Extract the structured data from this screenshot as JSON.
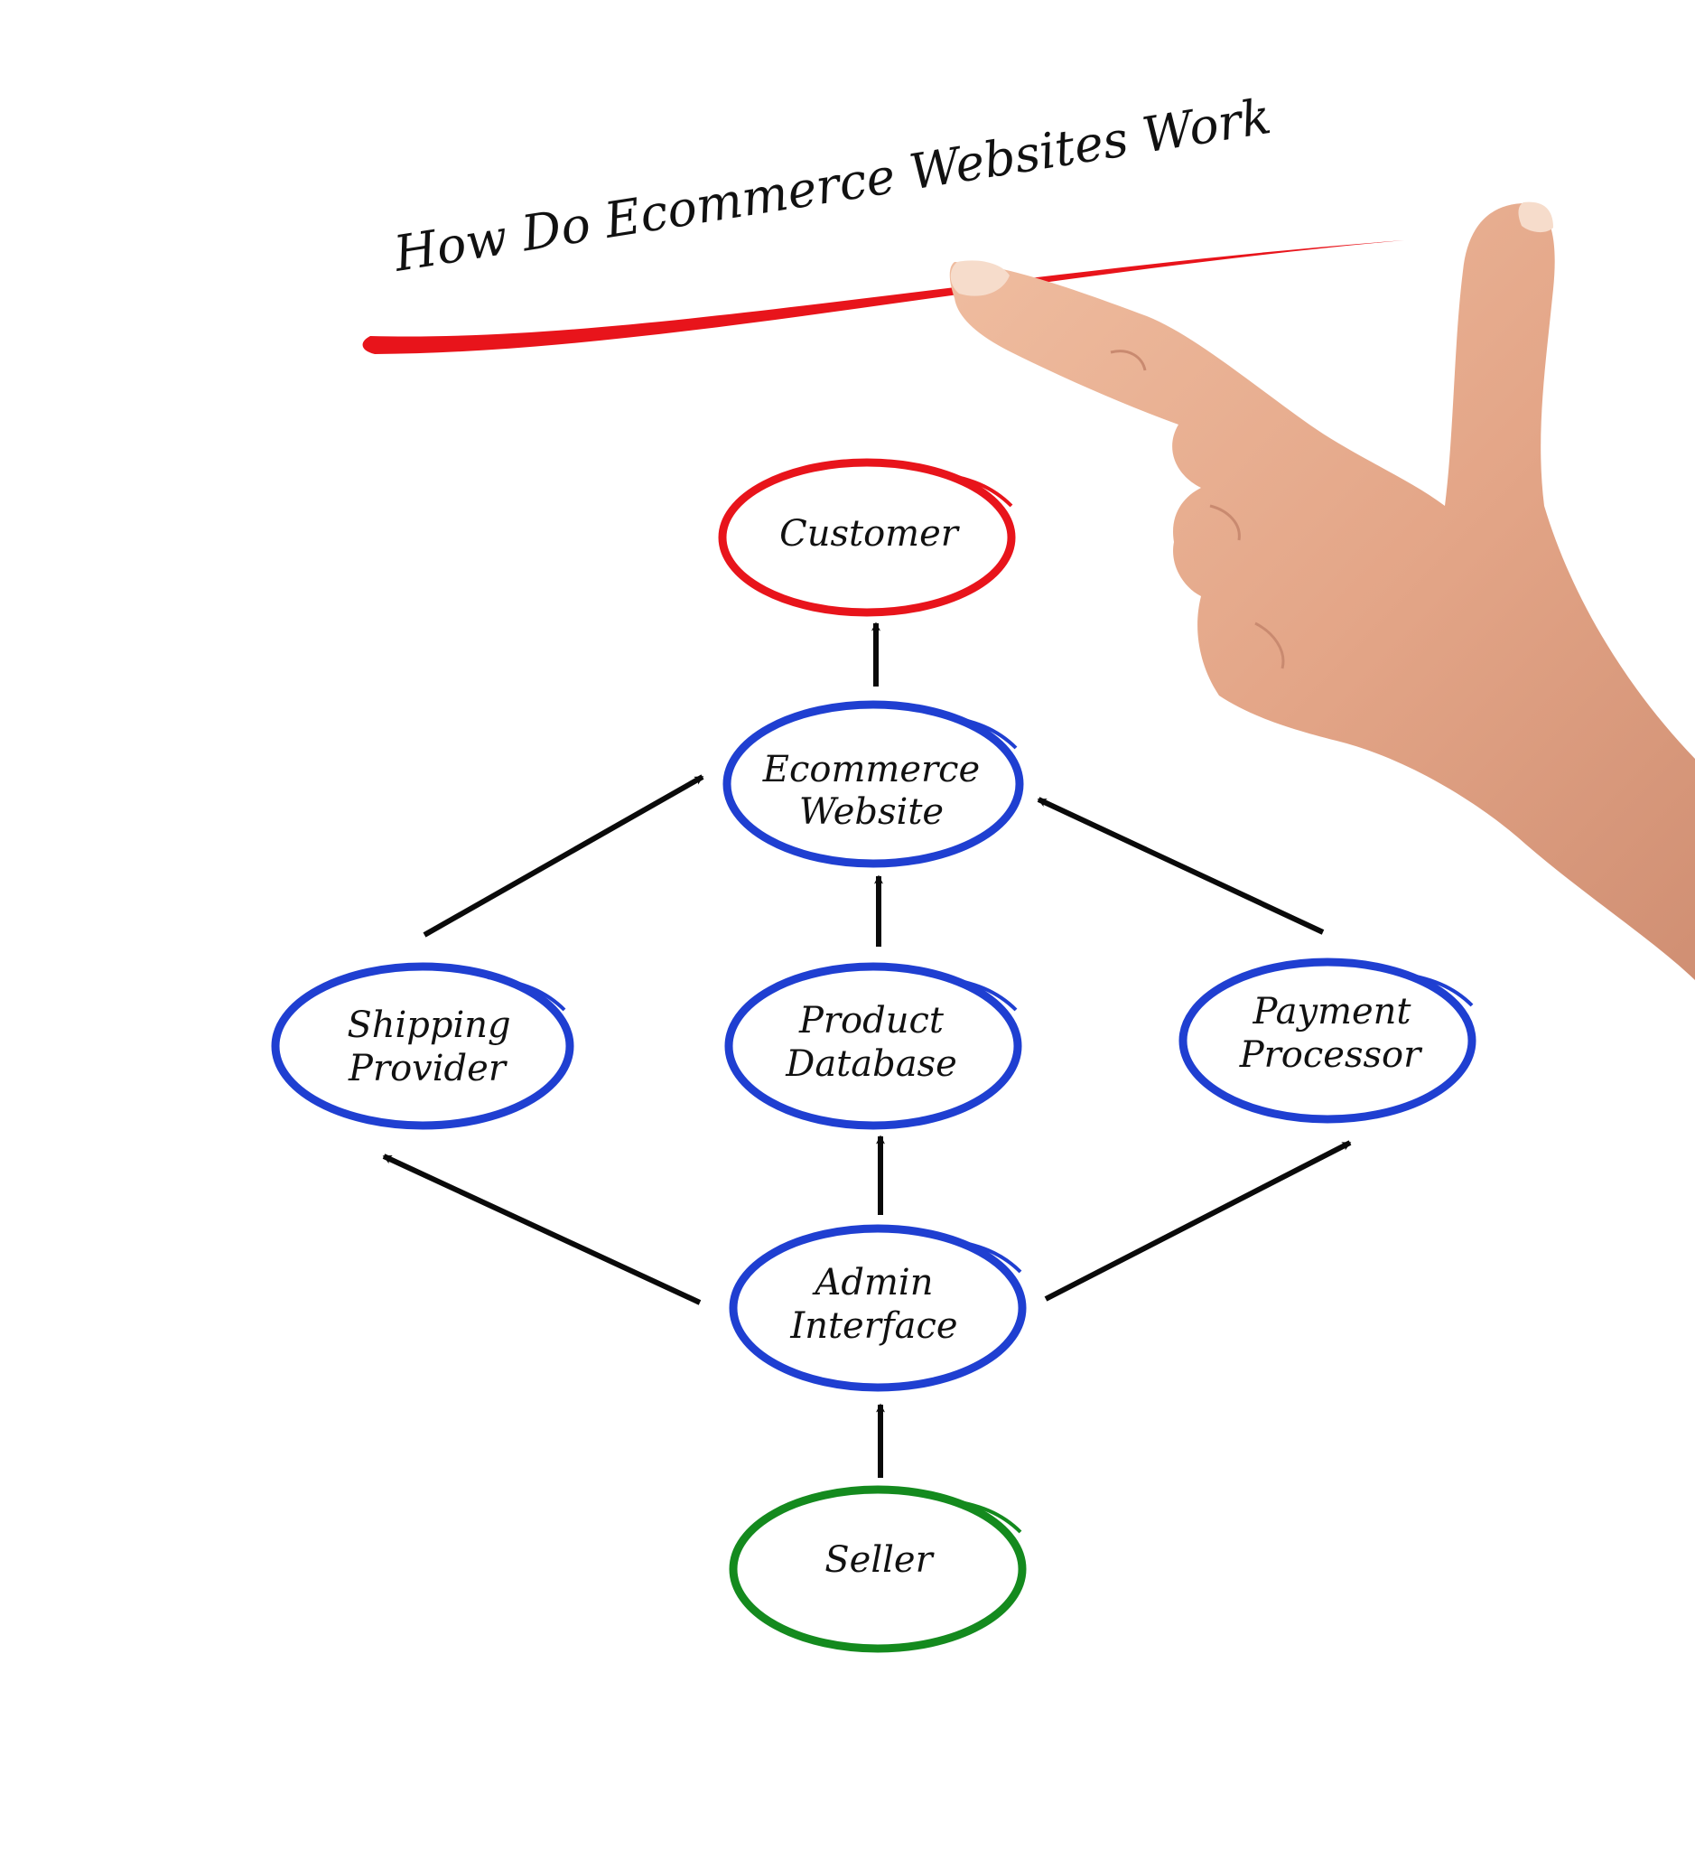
{
  "title": "How Do Ecommerce Websites Work",
  "colors": {
    "title_underline": "#e8141b",
    "customer": "#e8141b",
    "middle": "#1f3fd1",
    "seller": "#148a1e",
    "arrow": "#0a0a0a",
    "text": "#111111",
    "skin": "#e5a98b"
  },
  "nodes": {
    "customer": {
      "lines": [
        "Customer"
      ]
    },
    "ecommerce_website": {
      "lines": [
        "Ecommerce",
        "Website"
      ]
    },
    "shipping_provider": {
      "lines": [
        "Shipping",
        "Provider"
      ]
    },
    "product_database": {
      "lines": [
        "Product",
        "Database"
      ]
    },
    "payment_processor": {
      "lines": [
        "Payment",
        "Processor"
      ]
    },
    "admin_interface": {
      "lines": [
        "Admin",
        "Interface"
      ]
    },
    "seller": {
      "lines": [
        "Seller"
      ]
    }
  },
  "edges": [
    {
      "from": "Ecommerce Website",
      "to": "Customer"
    },
    {
      "from": "Shipping Provider",
      "to": "Ecommerce Website"
    },
    {
      "from": "Product Database",
      "to": "Ecommerce Website"
    },
    {
      "from": "Payment Processor",
      "to": "Ecommerce Website"
    },
    {
      "from": "Admin Interface",
      "to": "Shipping Provider"
    },
    {
      "from": "Admin Interface",
      "to": "Product Database"
    },
    {
      "from": "Admin Interface",
      "to": "Payment Processor"
    },
    {
      "from": "Seller",
      "to": "Admin Interface"
    }
  ]
}
